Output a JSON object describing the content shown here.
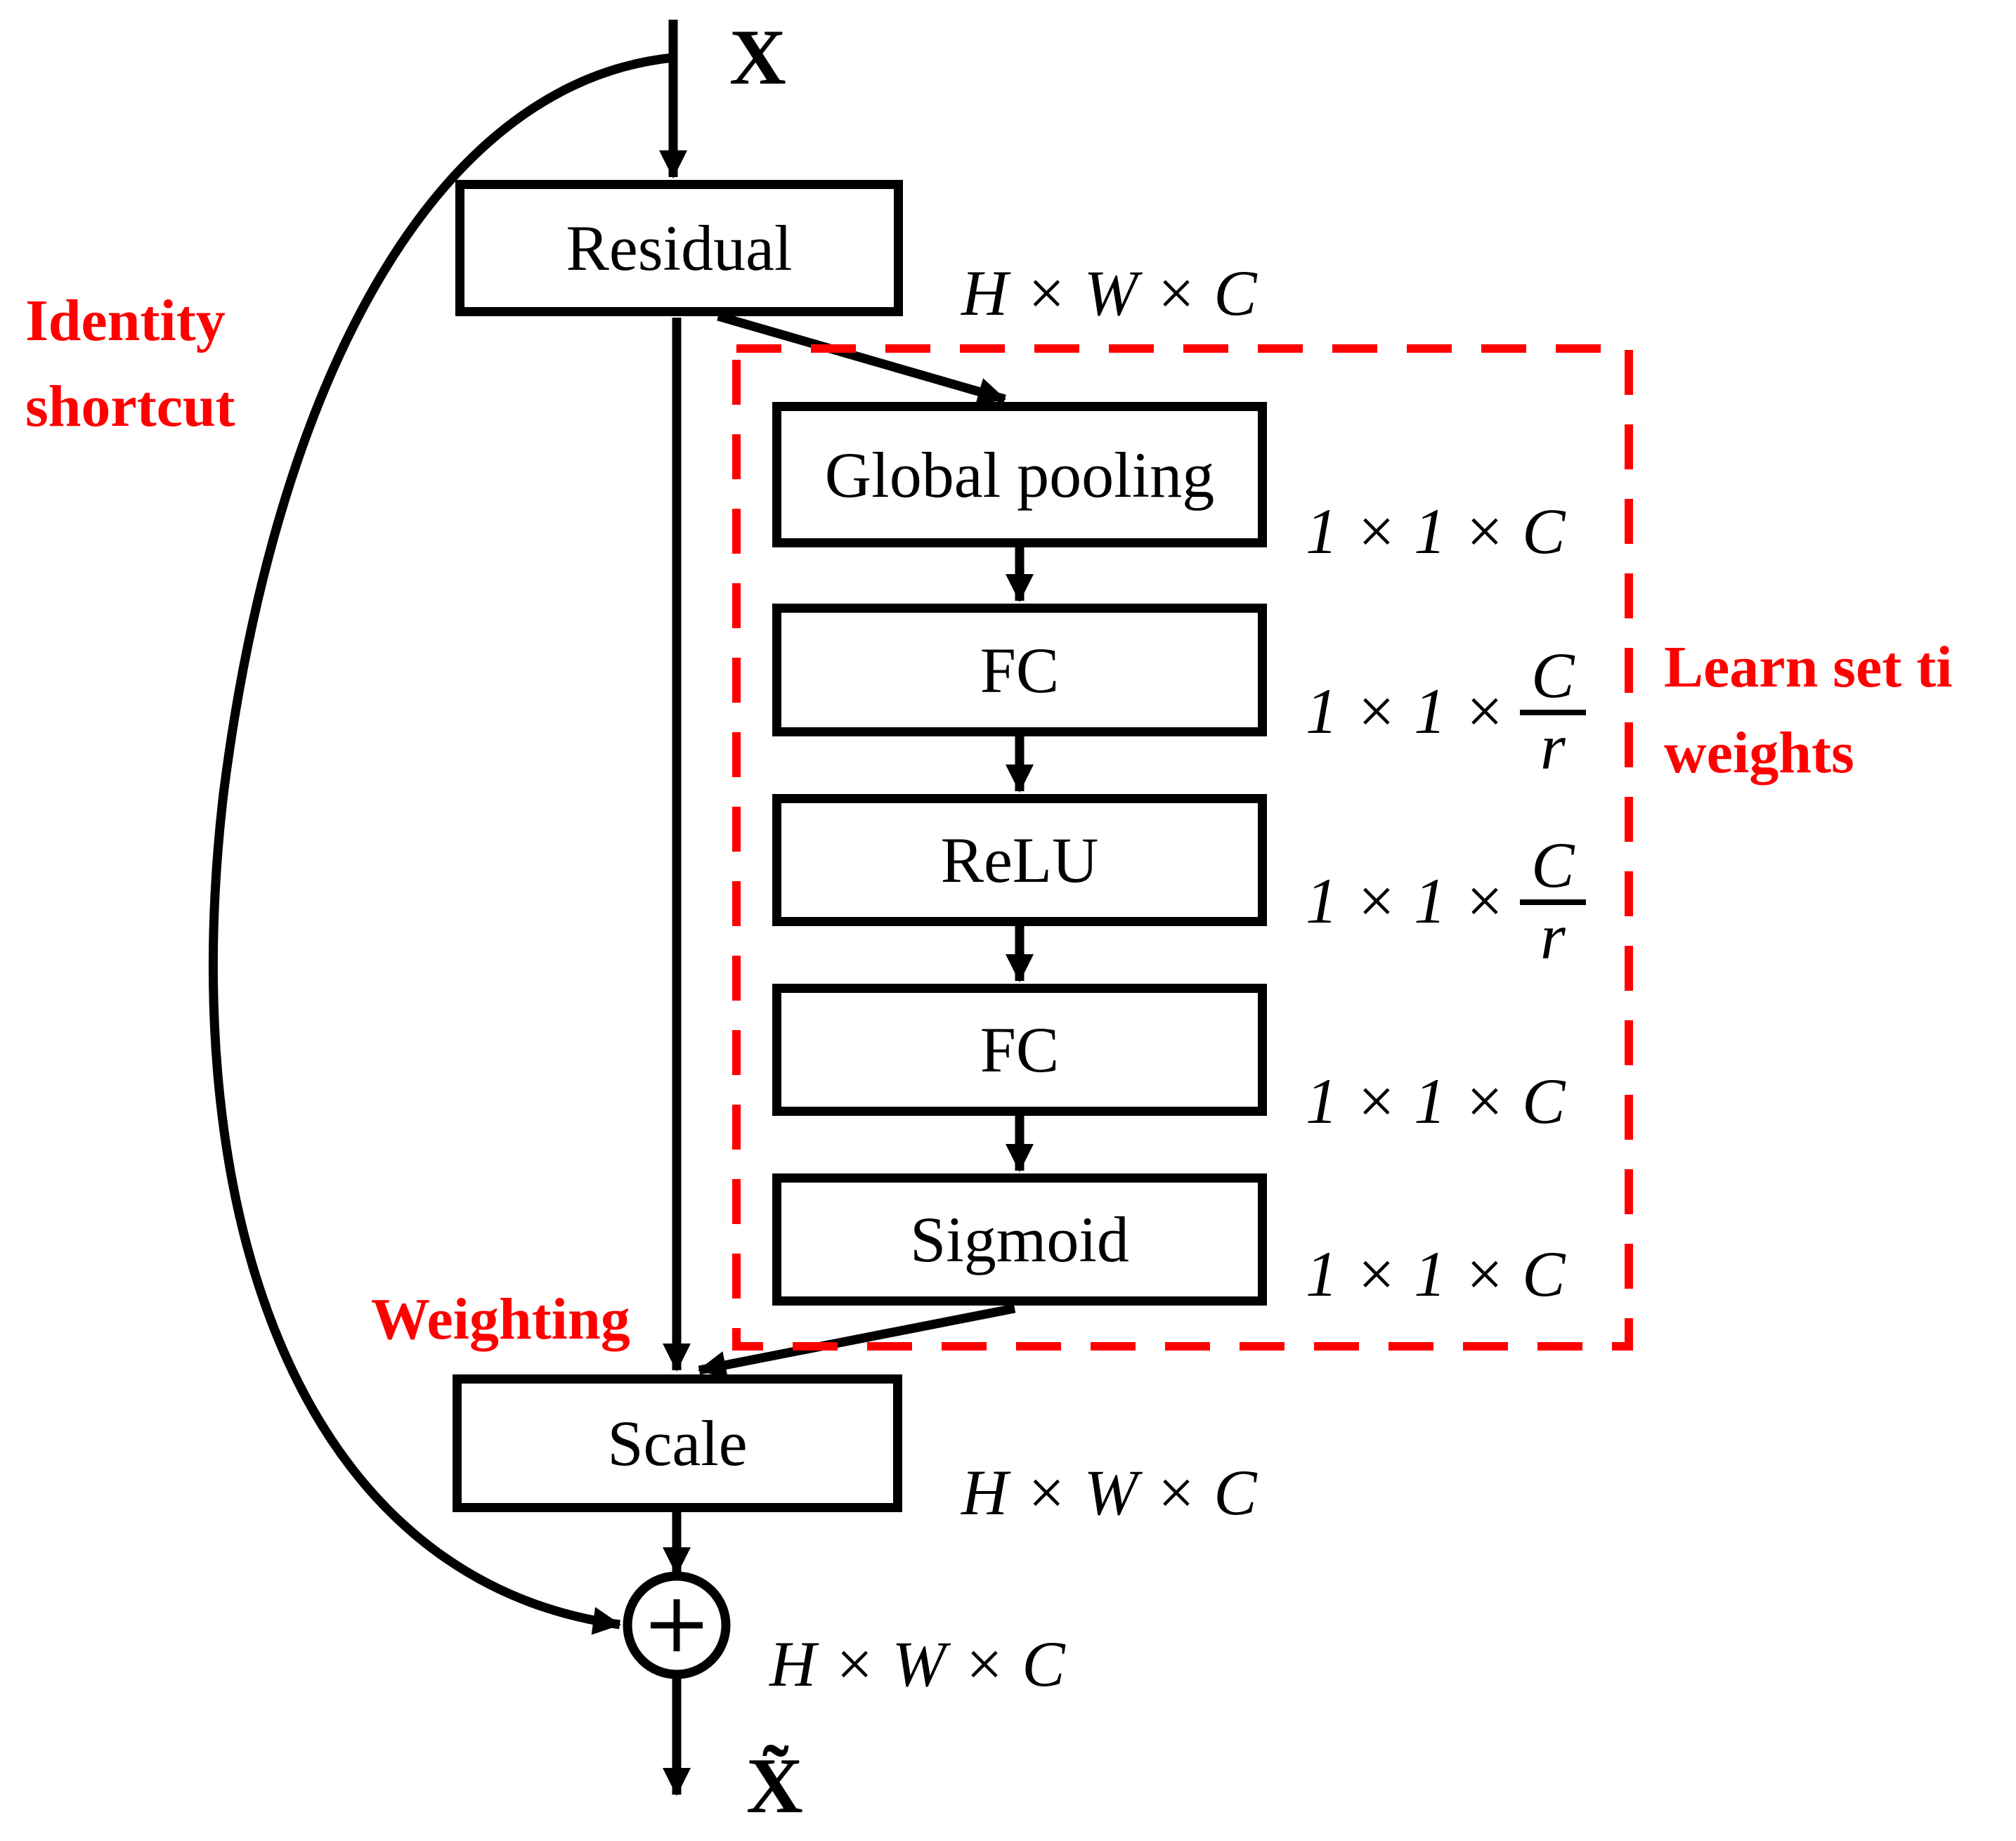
{
  "figure": {
    "input_label": "X",
    "output_label": "X̃"
  },
  "boxes": {
    "residual": "Residual",
    "global_pooling": "Global pooling",
    "fc1": "FC",
    "relu": "ReLU",
    "fc2": "FC",
    "sigmoid": "Sigmoid",
    "scale": "Scale"
  },
  "dims": {
    "residual": "H × W × C",
    "global_pooling": "1 × 1 × C",
    "fc1": {
      "prefix": "1 × 1 ×",
      "numerator": "C",
      "denominator": "r"
    },
    "relu": {
      "prefix": "1 × 1 ×",
      "numerator": "C",
      "denominator": "r"
    },
    "fc2": "1 × 1 × C",
    "sigmoid": "1 × 1 × C",
    "scale": "H × W × C",
    "sum": "H × W × C"
  },
  "annotations": {
    "identity_shortcut_line1": "Identity",
    "identity_shortcut_line2": "shortcut",
    "weighting": "Weighting",
    "learn_weights_line1": "Learn set ti",
    "learn_weights_line2": "weights"
  },
  "icons": {
    "sum_operator": "plus-icon"
  },
  "colors": {
    "annotation_red": "#ff0000",
    "dashed_box_red": "#ff0000",
    "diagram_black": "#000000",
    "background": "#ffffff"
  }
}
